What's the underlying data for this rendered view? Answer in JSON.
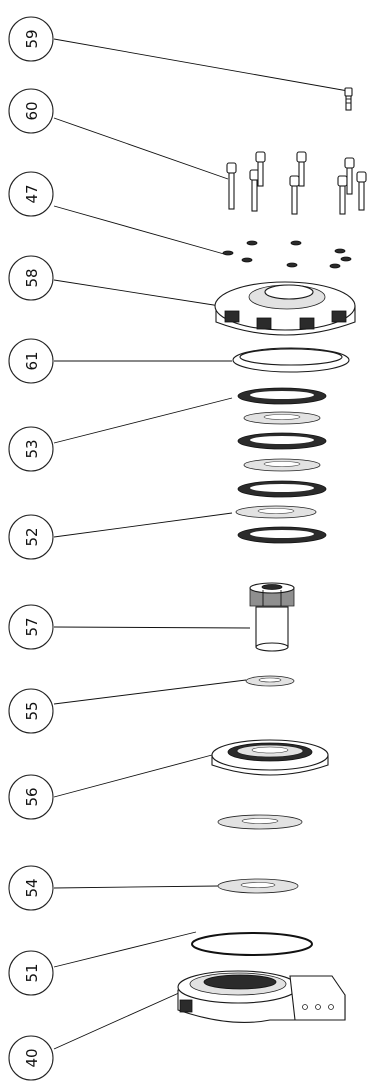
{
  "balloons": [
    {
      "id": "b59",
      "label": "59"
    },
    {
      "id": "b60",
      "label": "60"
    },
    {
      "id": "b47",
      "label": "47"
    },
    {
      "id": "b58",
      "label": "58"
    },
    {
      "id": "b61",
      "label": "61"
    },
    {
      "id": "b53",
      "label": "53"
    },
    {
      "id": "b52",
      "label": "52"
    },
    {
      "id": "b57",
      "label": "57"
    },
    {
      "id": "b55",
      "label": "55"
    },
    {
      "id": "b56",
      "label": "56"
    },
    {
      "id": "b54",
      "label": "54"
    },
    {
      "id": "b51",
      "label": "51"
    },
    {
      "id": "b40",
      "label": "40"
    }
  ]
}
